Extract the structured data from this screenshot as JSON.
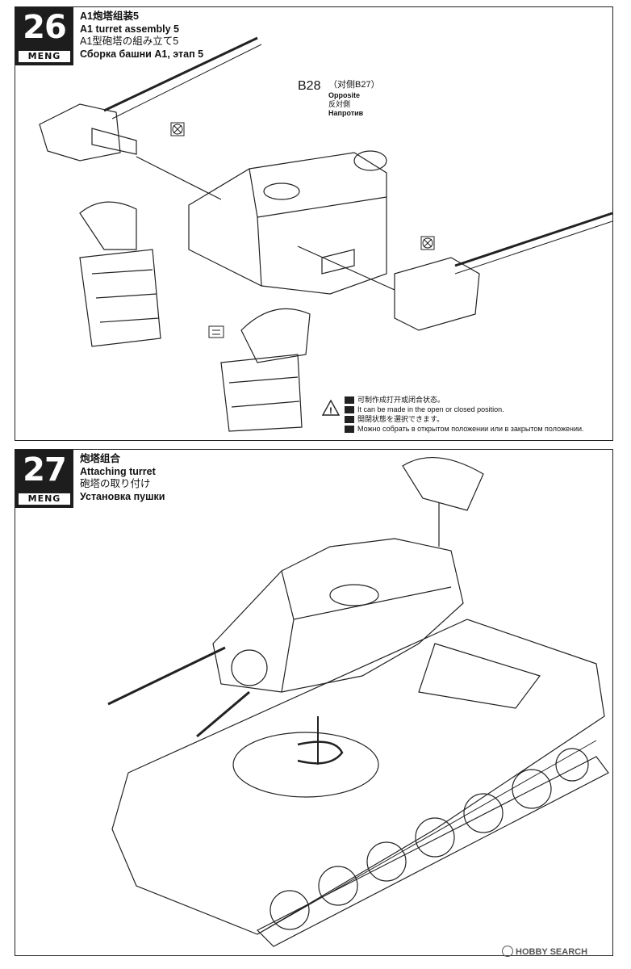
{
  "step26": {
    "number": "26",
    "brand": "MENG",
    "title_zh": "A1炮塔组装5",
    "title_en": "A1 turret assembly 5",
    "title_ja": "A1型砲塔の組み立て5",
    "title_ru": "Сборка башни A1, этап 5",
    "callout": {
      "part": "B28",
      "paren": "（对侧B27）",
      "en": "Opposite",
      "ja": "反対側",
      "ru": "Напротив"
    },
    "note": {
      "zh": "可制作成打开或闭合状态。",
      "en": "It can be made in the open or closed position.",
      "ja": "開閉状態を選択できます。",
      "ru": "Можно собрать в открытом положении или в закрытом положении."
    }
  },
  "step27": {
    "number": "27",
    "brand": "MENG",
    "title_zh": "炮塔组合",
    "title_en": "Attaching turret",
    "title_ja": "砲塔の取り付け",
    "title_ru": "Установка пушки"
  },
  "watermark": "HOBBY SEARCH",
  "colors": {
    "badge": "#1d1d1d",
    "line": "#222222"
  }
}
